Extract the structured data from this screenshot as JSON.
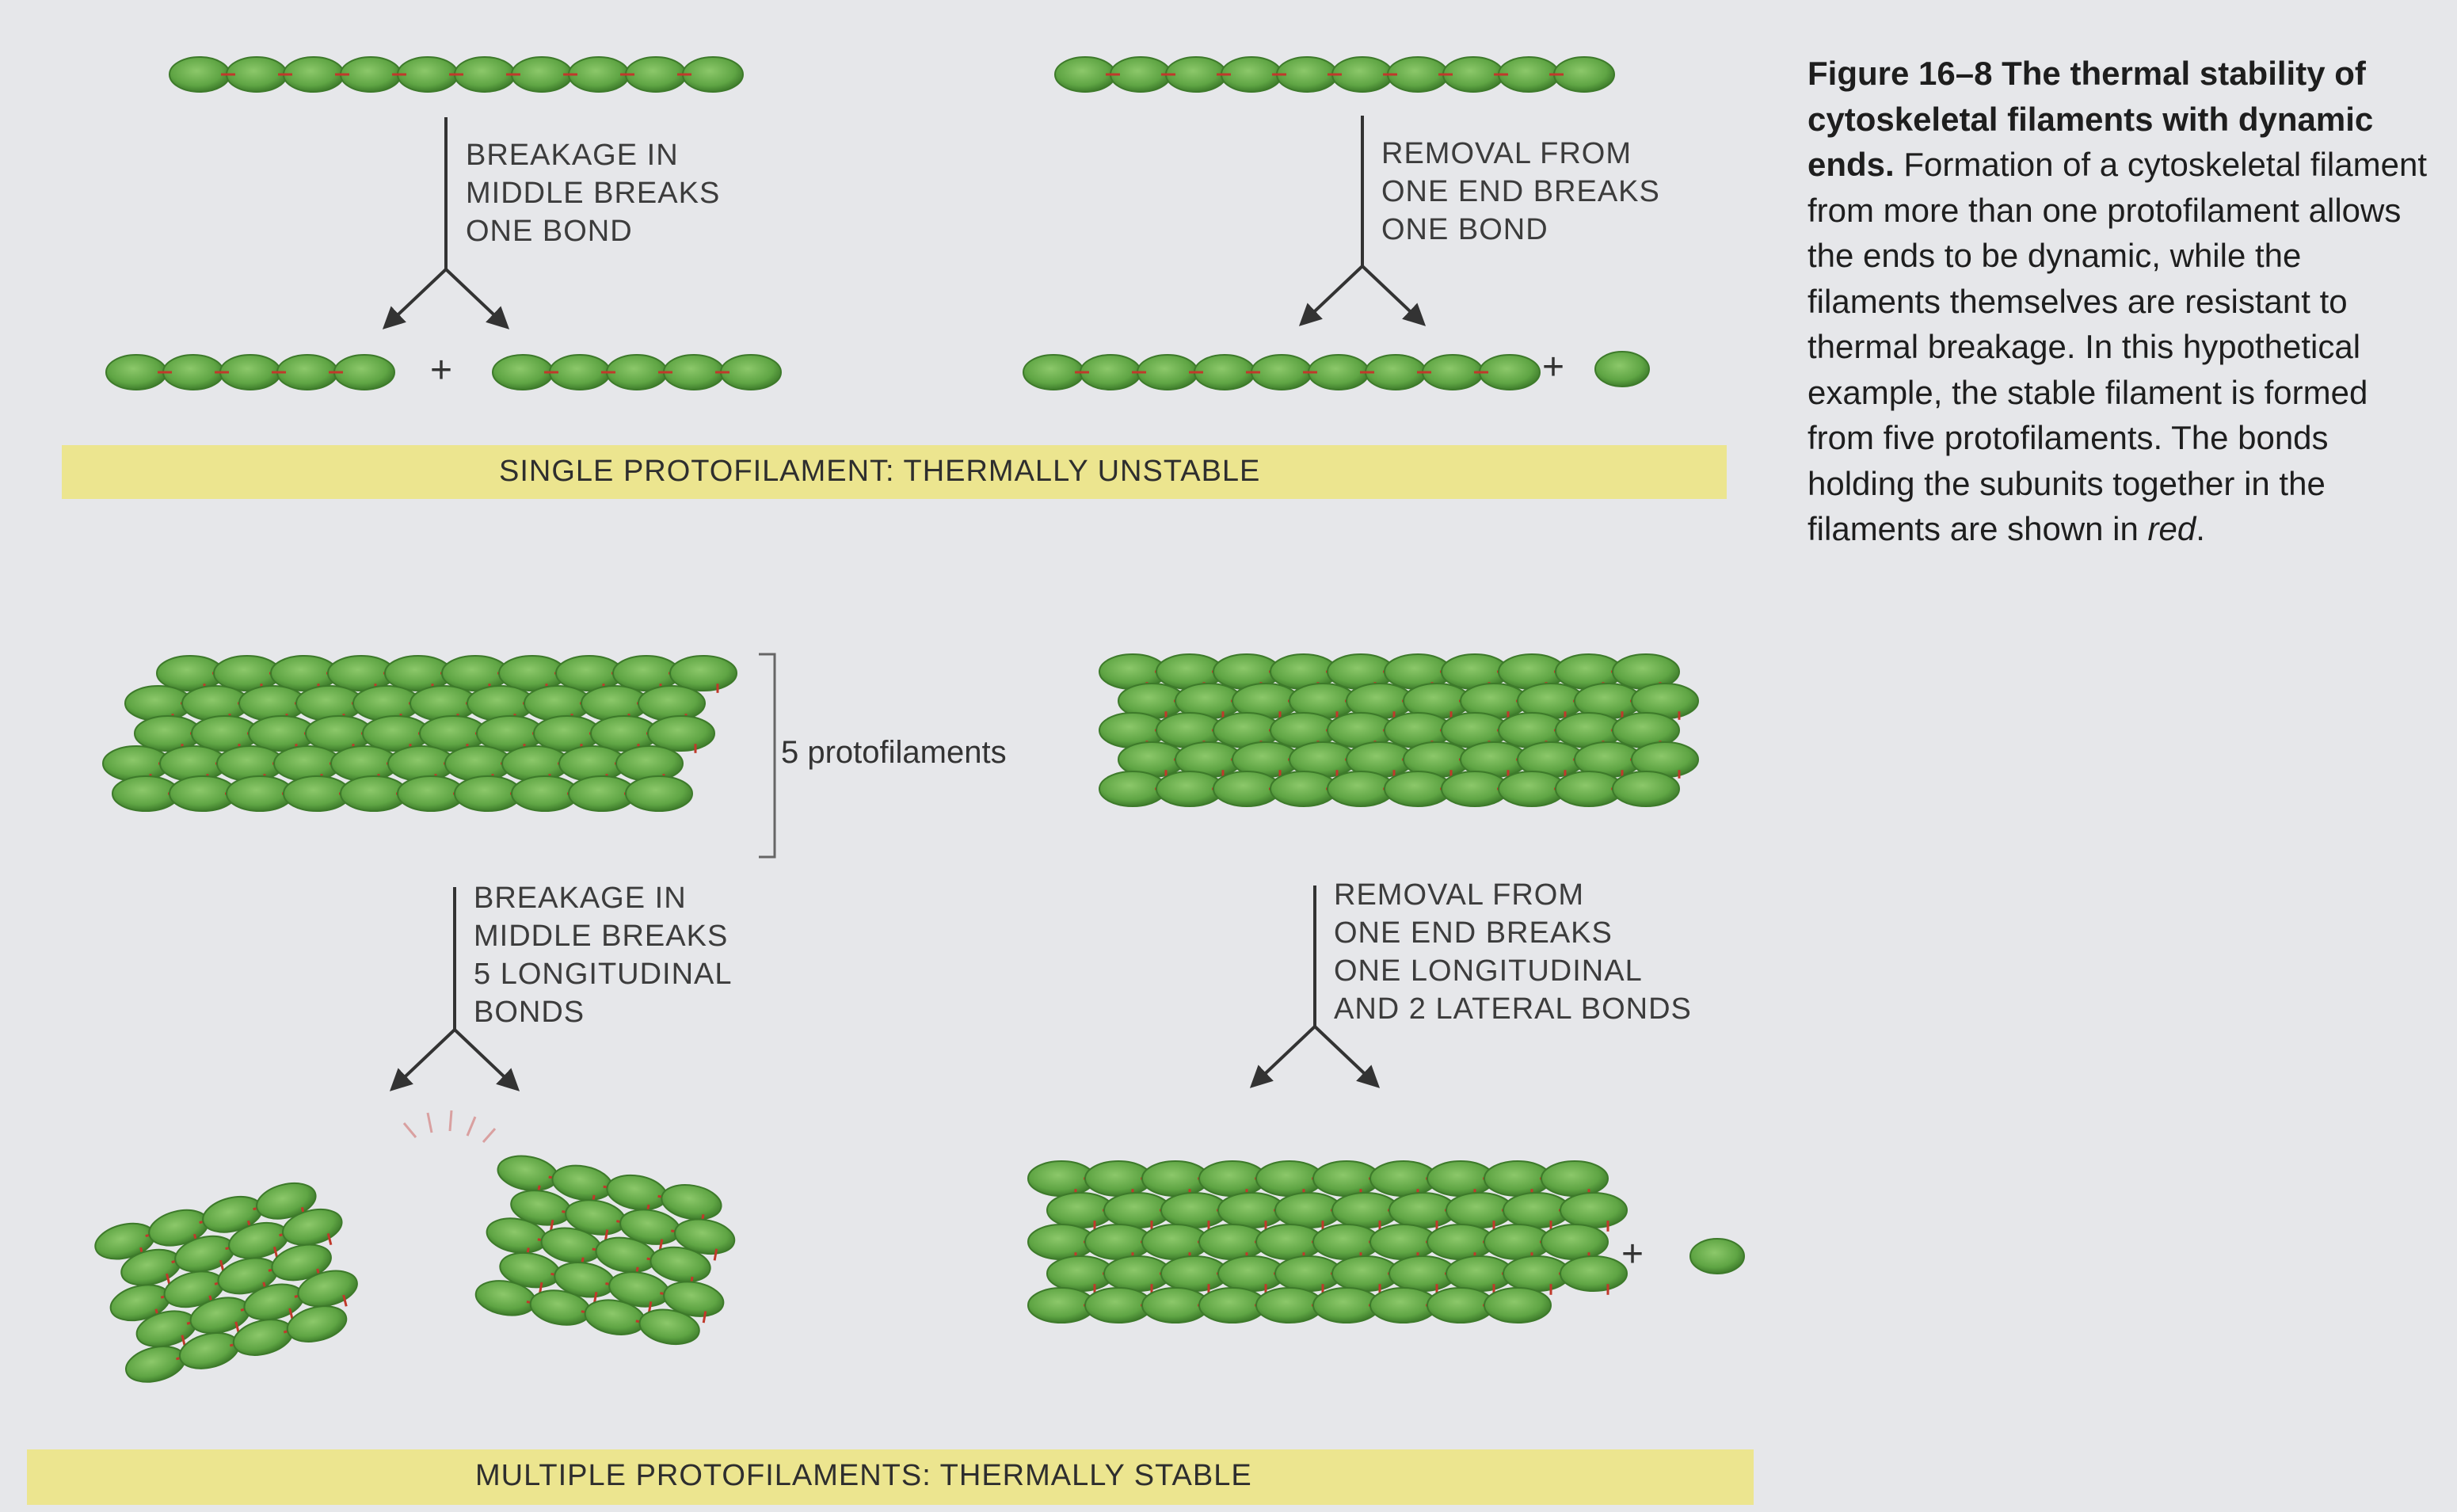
{
  "figure": {
    "number": "Figure 16–8",
    "title": "The thermal stability of cytoskeletal filaments with dynamic ends.",
    "body_before_italic": "Formation of a cytoskeletal filament from more than one protofilament allows the ends to be dynamic, while the filaments themselves are resistant to thermal breakage. In this hypothetical example, the stable filament is formed from five protofilaments. The bonds holding the subunits together in the filaments are shown in ",
    "body_italic": "red",
    "body_after_italic": "."
  },
  "single": {
    "breakage_label": [
      "BREAKAGE IN",
      "MIDDLE BREAKS",
      "ONE BOND"
    ],
    "removal_label": [
      "REMOVAL FROM",
      "ONE END BREAKS",
      "ONE BOND"
    ],
    "banner": "SINGLE PROTOFILAMENT: THERMALLY UNSTABLE",
    "plus_left": "+",
    "plus_right": "+"
  },
  "multiple": {
    "protofilament_count_label": "5 protofilaments",
    "breakage_label": [
      "BREAKAGE IN",
      "MIDDLE BREAKS",
      "5 LONGITUDINAL",
      "BONDS"
    ],
    "removal_label": [
      "REMOVAL FROM",
      "ONE END BREAKS",
      "ONE LONGITUDINAL",
      "AND 2 LATERAL BONDS"
    ],
    "banner": "MULTIPLE PROTOFILAMENTS: THERMALLY STABLE",
    "plus_right": "+"
  },
  "colors": {
    "subunit_fill": "#6ab04c",
    "subunit_edge": "#3d7a2a",
    "bond": "#c0392b",
    "banner": "#ece58f",
    "arrow": "#333333"
  },
  "icons": [
    "subunit-oval-icon",
    "bond-icon",
    "split-arrow-icon",
    "breakage-spark-icon",
    "bracket-icon"
  ]
}
